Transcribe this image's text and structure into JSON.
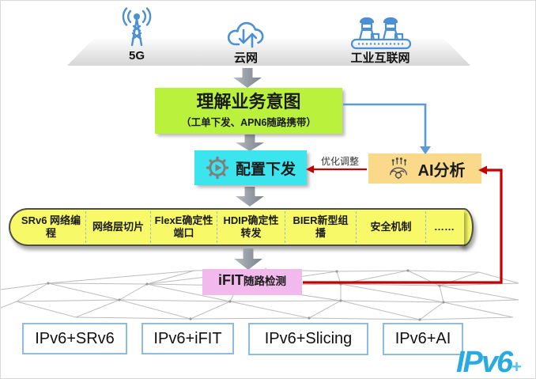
{
  "top_sources": {
    "items": [
      {
        "label": "5G",
        "icon": "5g-antenna-icon"
      },
      {
        "label": "云网",
        "icon": "cloud-sync-icon"
      },
      {
        "label": "工业互联网",
        "icon": "industrial-internet-icon"
      }
    ]
  },
  "flow": {
    "intent_box": {
      "title": "理解业务意图",
      "subtitle": "（工单下发、APN6随路携带）"
    },
    "config_box": {
      "label": "配置下发",
      "icon": "gear-play-icon"
    },
    "ai_box": {
      "label": "AI分析",
      "icon": "ai-brain-icon"
    },
    "feedback_label": "优化调整",
    "ifit_box": {
      "label_latin": "iFIT",
      "label_cn": "随路检测"
    }
  },
  "capability_bar": {
    "items": [
      "SRv6 网络编程",
      "网络层切片",
      "FlexE确定性端口",
      "HDIP确定性转发",
      "BIER新型组播",
      "安全机制",
      "……"
    ]
  },
  "bottom_boxes": [
    "IPv6+SRv6",
    "IPv6+iFIT",
    "IPv6+Slicing",
    "IPv6+AI"
  ],
  "logo": {
    "text": "IPv6",
    "plus": "+"
  },
  "colors": {
    "icon_blue": "#4a90d2",
    "intent_green": "#b9f13d",
    "config_cyan": "#3ce5ee",
    "ai_orange": "#fbd98b",
    "capability_yellow": "#f8f968",
    "ifit_pink": "#f2b9ed",
    "feedback_red": "#c40000",
    "connector_blue": "#5b9bd5",
    "bottom_box_border": "#8fbbe0",
    "logo_blue": "#29abe2"
  }
}
